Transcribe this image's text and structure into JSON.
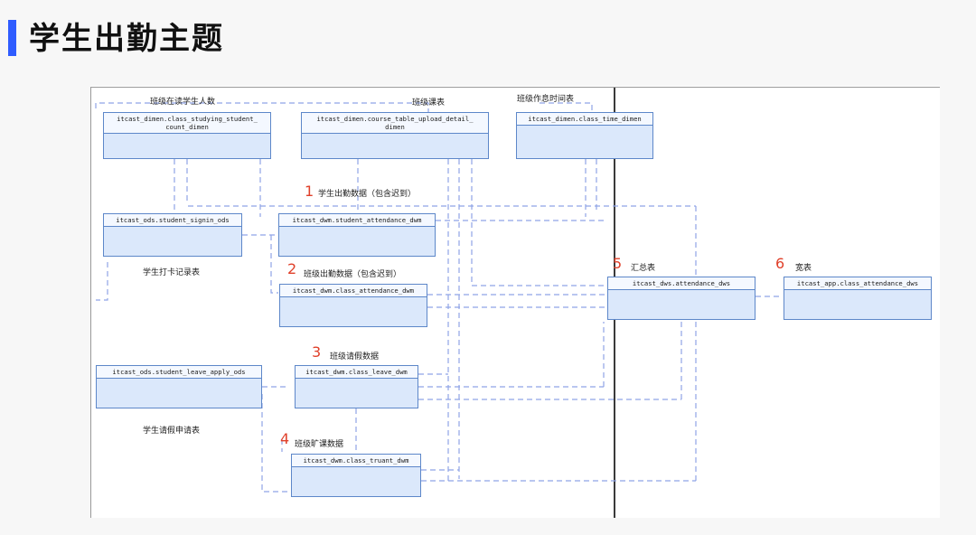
{
  "title": "学生出勤主题",
  "colors": {
    "accent": "#2f5cff",
    "table_fill": "#dbe8fb",
    "table_border": "#5d87c9",
    "link": "#8fa4e6",
    "step_number": "#e0402a"
  },
  "tables": {
    "studying_count": "itcast_dimen.class_studying_student_\ncount_dimen",
    "course_table": "itcast_dimen.course_table_upload_detail_\ndimen",
    "time_dimen": "itcast_dimen.class_time_dimen",
    "signin_ods": "itcast_ods.student_signin_ods",
    "student_attendance": "itcast_dwm.student_attendance_dwm",
    "class_attendance": "itcast_dwm.class_attendance_dwm",
    "leave_apply_ods": "itcast_ods.student_leave_apply_ods",
    "class_leave": "itcast_dwm.class_leave_dwm",
    "class_truant": "itcast_dwm.class_truant_dwm",
    "attendance_dws": "itcast_dws.attendance_dws",
    "app_attendance": "itcast_app.class_attendance_dws"
  },
  "labels": {
    "studying_count": "班级在读学生人数",
    "course_table": "班级课表",
    "time_dimen": "班级作息时间表",
    "signin_ods": "学生打卡记录表",
    "leave_apply_ods": "学生请假申请表",
    "step1": "学生出勤数据（包含迟到）",
    "step2": "班级出勤数据（包含迟到）",
    "step3": "班级请假数据",
    "step4": "班级旷课数据",
    "step5": "汇总表",
    "step6": "宽表"
  },
  "steps": {
    "s1": "1",
    "s2": "2",
    "s3": "3",
    "s4": "4",
    "s5": "5",
    "s6": "6"
  }
}
